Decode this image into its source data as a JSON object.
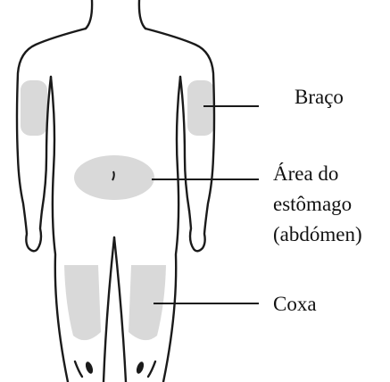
{
  "labels": {
    "arm": "Braço",
    "abdomen_line1": "Área do",
    "abdomen_line2": "estômago",
    "abdomen_line3": "(abdómen)",
    "thigh": "Coxa"
  },
  "colors": {
    "outline": "#1a1a1a",
    "injection_zone": "#d9d9d9",
    "background": "#ffffff"
  }
}
